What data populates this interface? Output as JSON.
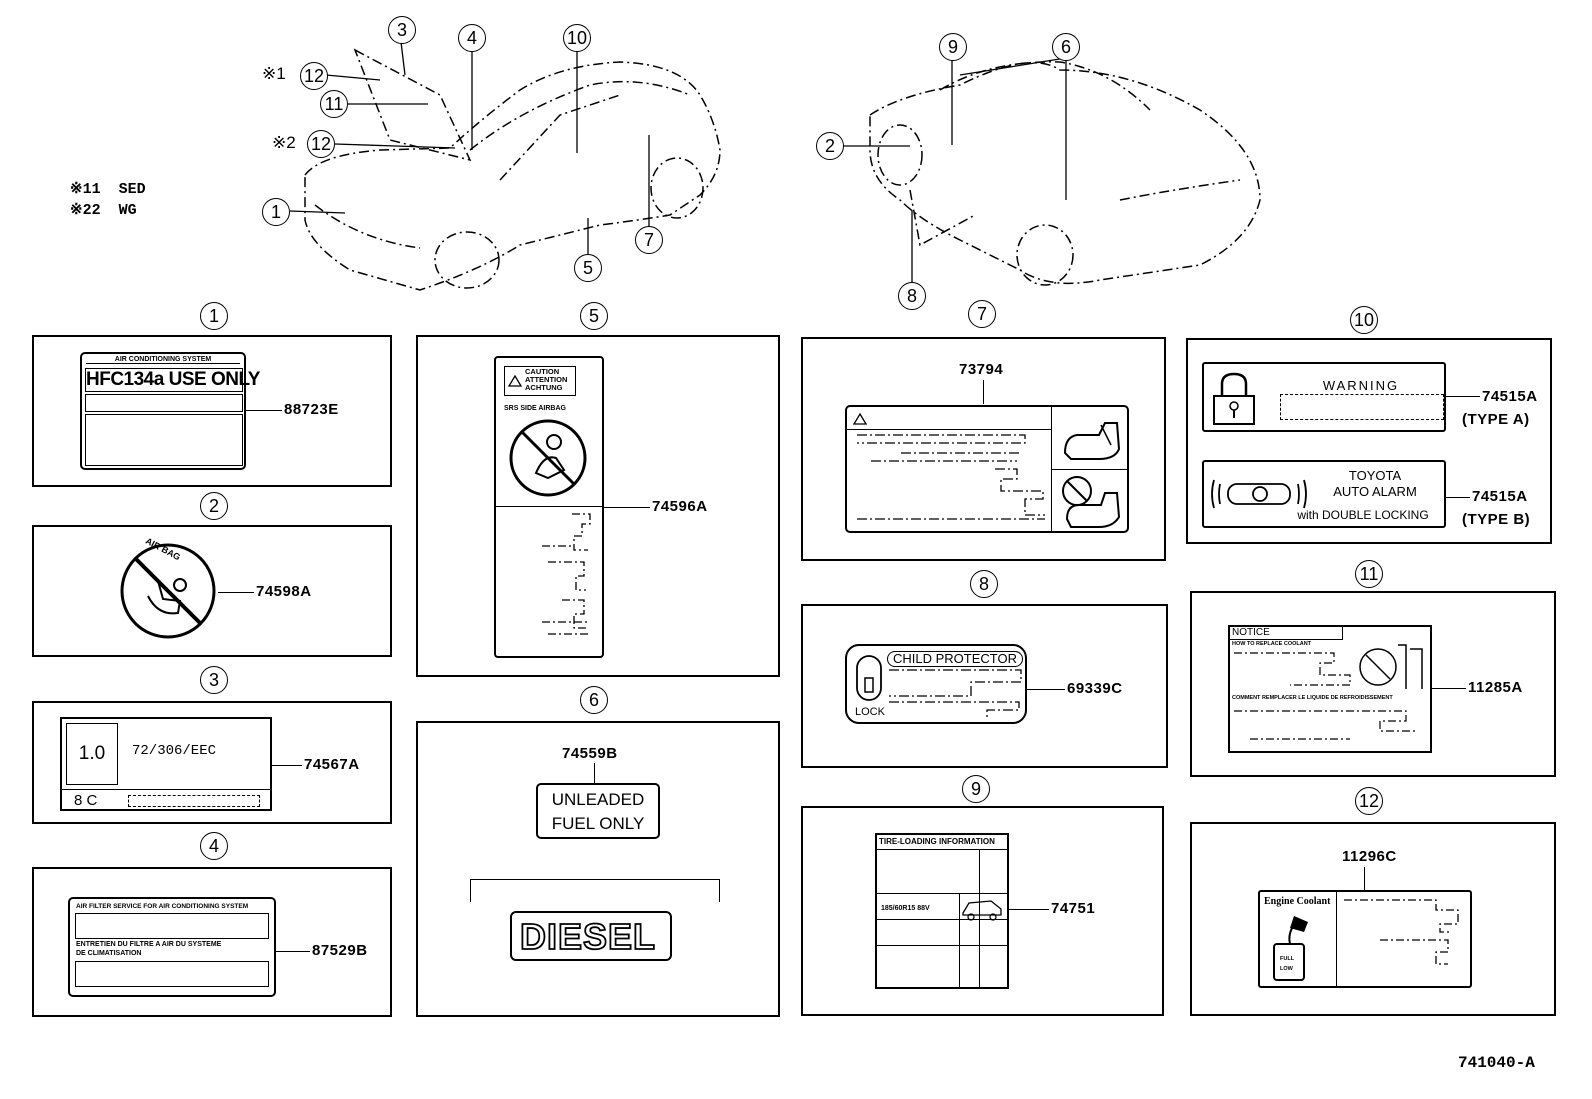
{
  "legend": [
    {
      "mark": "※1",
      "text": "SED"
    },
    {
      "mark": "※2",
      "text": "WG"
    }
  ],
  "callouts": {
    "c1": "1",
    "c2": "2",
    "c3": "3",
    "c4": "4",
    "c5": "5",
    "c6": "6",
    "c7": "7",
    "c8": "8",
    "c9": "9",
    "c10": "10",
    "c11": "11",
    "c12a_mark": "※1",
    "c12a": "12",
    "c12b_mark": "※2",
    "c12b": "12"
  },
  "panels": {
    "p1": {
      "number": "1",
      "part": "88723E",
      "header": "AIR CONDITIONING SYSTEM",
      "main": "HFC134a USE ONLY"
    },
    "p2": {
      "number": "2",
      "part": "74598A",
      "text": "AIR BAG"
    },
    "p3": {
      "number": "3",
      "part": "74567A",
      "value": "1.0",
      "code": "72/306/EEC",
      "bottom": "8 C"
    },
    "p4": {
      "number": "4",
      "part": "87529B",
      "line1": "AIR FILTER SERVICE FOR AIR CONDITIONING SYSTEM",
      "line2": "ENTRETIEN DU FILTRE A AIR DU SYSTEME",
      "line3": "DE CLIMATISATION"
    },
    "p5": {
      "number": "5",
      "part": "74596A",
      "warn1": "CAUTION",
      "warn2": "ATTENTION",
      "warn3": "ACHTUNG",
      "header": "SRS SIDE AIRBAG"
    },
    "p6": {
      "number": "6",
      "part": "74559B",
      "line1": "UNLEADED",
      "line2": "FUEL  ONLY",
      "diesel": "DIESEL"
    },
    "p7": {
      "number": "7",
      "part": "73794"
    },
    "p8": {
      "number": "8",
      "part": "69339C",
      "title": "CHILD PROTECTOR",
      "lock": "LOCK"
    },
    "p9": {
      "number": "9",
      "part": "74751",
      "title": "TIRE-LOADING INFORMATION",
      "tire": "185/60R15   88V"
    },
    "p10": {
      "number": "10",
      "part_a": "74515A",
      "type_a": "(TYPE  A)",
      "warning": "WARNING",
      "part_b": "74515A",
      "type_b": "(TYPE  B)",
      "line1": "TOYOTA",
      "line2": "AUTO  ALARM",
      "line3": "with DOUBLE LOCKING"
    },
    "p11": {
      "number": "11",
      "part": "11285A",
      "notice": "NOTICE",
      "line1": "HOW TO REPLACE COOLANT",
      "line2": "COMMENT REMPLACER LE LIQUIDE DE REFROIDISSEMENT"
    },
    "p12": {
      "number": "12",
      "part": "11296C",
      "title": "Engine Coolant",
      "full": "FULL",
      "low": "LOW"
    }
  },
  "figure_id": "741040-A"
}
